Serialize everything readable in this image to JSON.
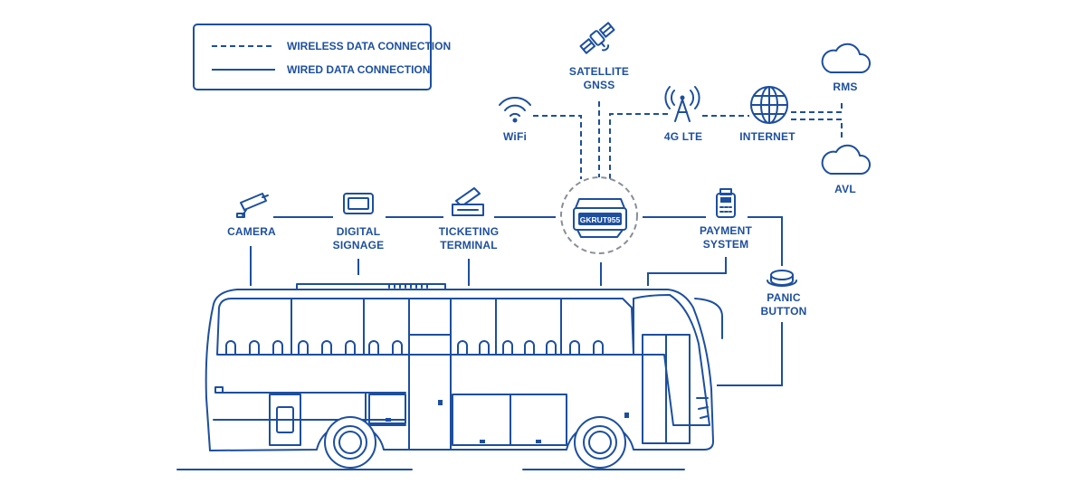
{
  "legend": {
    "wireless_label": "WIRELESS DATA CONNECTION",
    "wired_label": "WIRED DATA CONNECTION"
  },
  "router": {
    "label": "GKRUT955",
    "icon": "router-icon"
  },
  "nodes": {
    "satellite": {
      "line1": "SATELLITE",
      "line2": "GNSS",
      "icon": "satellite-icon"
    },
    "wifi": {
      "line1": "WiFi",
      "icon": "wifi-icon"
    },
    "lte": {
      "line1": "4G LTE",
      "icon": "cell-tower-icon"
    },
    "internet": {
      "line1": "INTERNET",
      "icon": "globe-icon"
    },
    "rms": {
      "line1": "RMS",
      "icon": "cloud-icon"
    },
    "avl": {
      "line1": "AVL",
      "icon": "cloud-icon"
    },
    "camera": {
      "line1": "CAMERA",
      "icon": "camera-icon"
    },
    "signage": {
      "line1": "DIGITAL",
      "line2": "SIGNAGE",
      "icon": "display-icon"
    },
    "ticketing": {
      "line1": "TICKETING",
      "line2": "TERMINAL",
      "icon": "ticket-icon"
    },
    "payment": {
      "line1": "PAYMENT",
      "line2": "SYSTEM",
      "icon": "payment-terminal-icon"
    },
    "panic": {
      "line1": "PANIC",
      "line2": "BUTTON",
      "icon": "panic-button-icon"
    }
  },
  "bus": {
    "icon": "bus-icon"
  },
  "colors": {
    "accent": "#1d4f9e",
    "background": "#ffffff"
  }
}
